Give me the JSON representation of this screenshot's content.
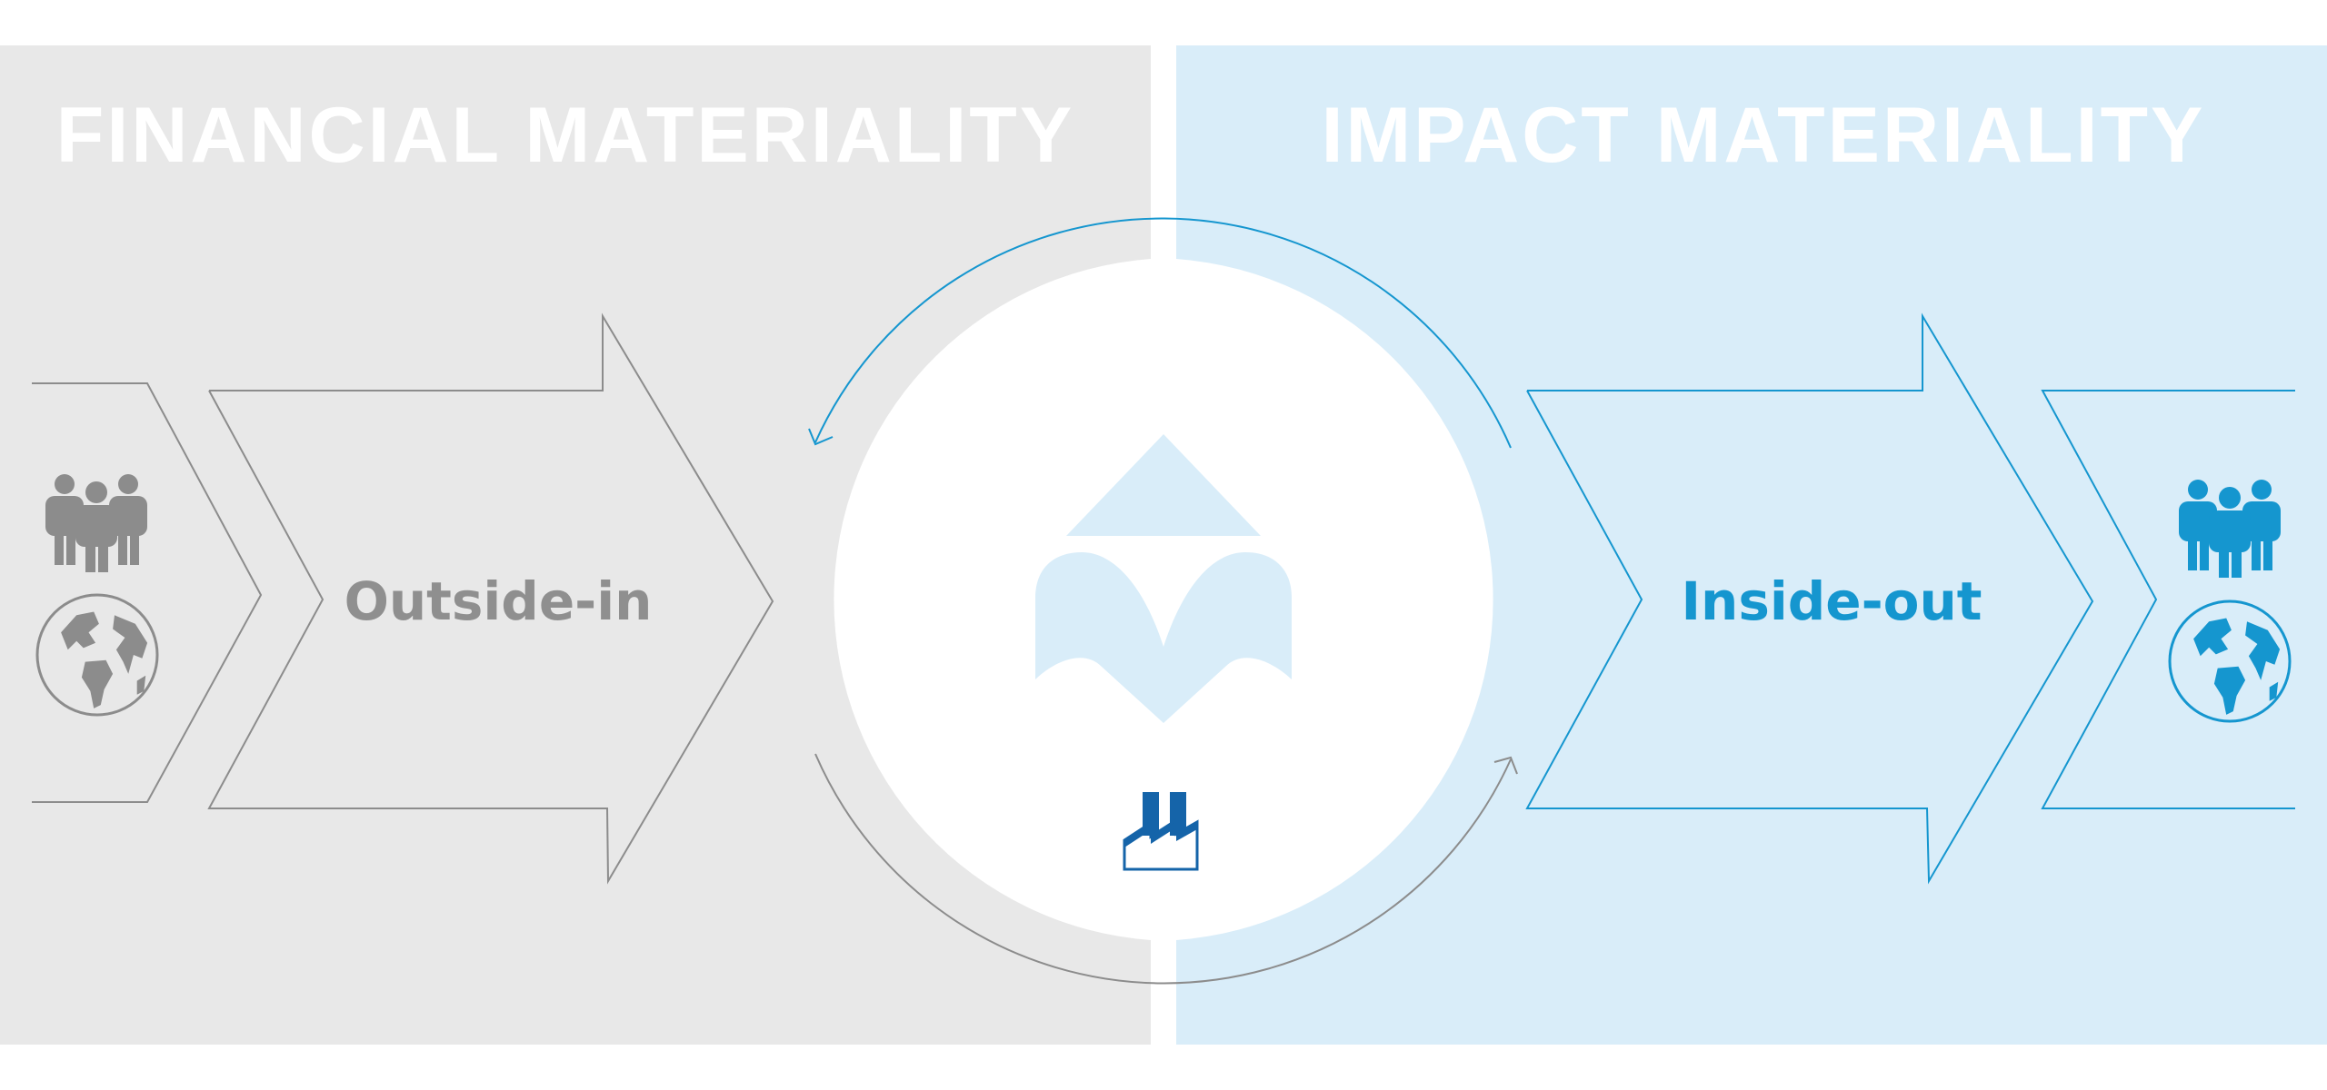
{
  "panels": {
    "left": {
      "title": "FINANCIAL MATERIALITY",
      "label": "Outside-in",
      "background": "#e8e8e8",
      "stroke": "#8c8c8c",
      "label_color": "#8f8f8f"
    },
    "right": {
      "title": "IMPACT MATERIALITY",
      "label": "Inside-out",
      "background": "#d9edf9",
      "stroke": "#1596cf",
      "label_color": "#1596cf"
    }
  },
  "center": {
    "logo_color": "#d9edf9",
    "factory_color": "#1564a9"
  },
  "icons": {
    "left": [
      "people-group-icon",
      "globe-icon"
    ],
    "right": [
      "people-group-icon",
      "globe-icon"
    ],
    "center": [
      "brand-logo",
      "factory-icon"
    ]
  }
}
